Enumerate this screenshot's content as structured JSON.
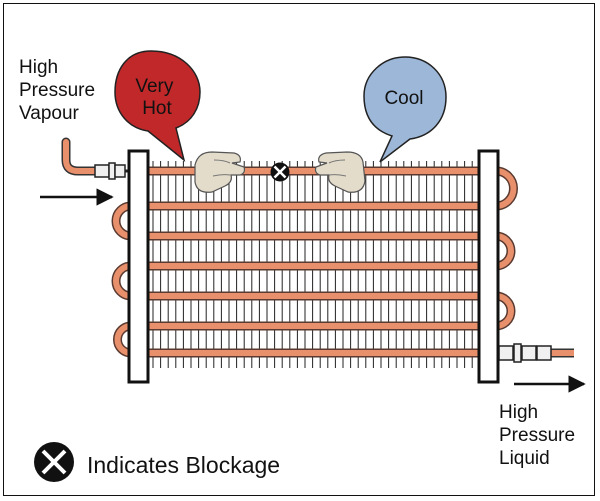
{
  "inlet_label": [
    "High",
    "Pressure",
    "Vapour"
  ],
  "outlet_label": [
    "High",
    "Pressure",
    "Liquid"
  ],
  "bubble_hot": {
    "lines": [
      "Very",
      "Hot"
    ],
    "color": "#c0282a"
  },
  "bubble_cool": {
    "lines": [
      "Cool"
    ],
    "color": "#9db7d8"
  },
  "legend": {
    "text": "Indicates Blockage",
    "icon": "blockage-x-icon"
  },
  "colors": {
    "tube": "#e8906c",
    "fin": "#222222",
    "hand": "#e4dccb",
    "text": "#111111"
  }
}
